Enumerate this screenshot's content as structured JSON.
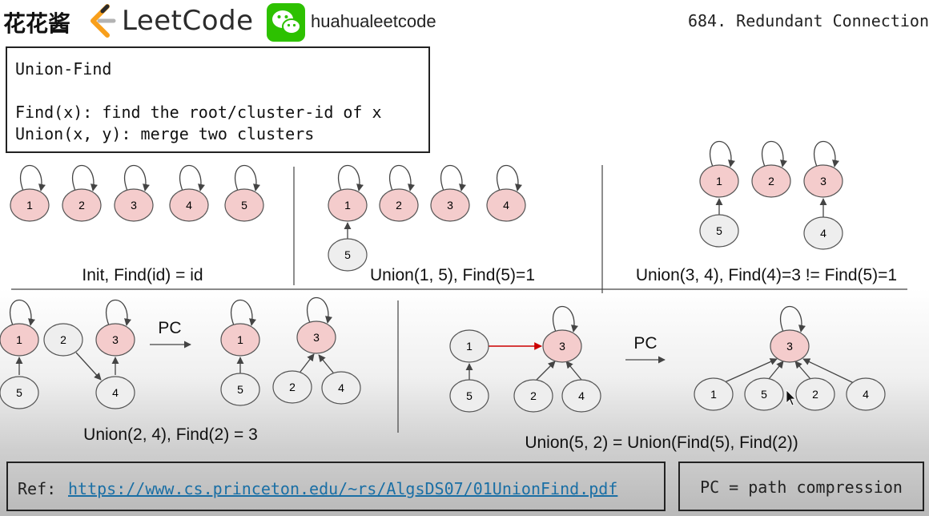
{
  "header": {
    "brand_cn": "花花酱",
    "brand_logo_text": "LeetCode",
    "wechat_id": "huahualeetcode",
    "problem_title": "684. Redundant Connection"
  },
  "union_find_box": {
    "title": "Union-Find",
    "find_desc": "Find(x): find the root/cluster-id of x",
    "union_desc": "Union(x, y): merge two clusters"
  },
  "panels": {
    "init": {
      "caption": "Init, Find(id) = id",
      "nodes": [
        "1",
        "2",
        "3",
        "4",
        "5"
      ]
    },
    "union_1_5": {
      "caption": "Union(1, 5), Find(5)=1",
      "nodes": [
        "1",
        "2",
        "3",
        "4",
        "5"
      ]
    },
    "union_3_4": {
      "caption": "Union(3, 4), Find(4)=3 != Find(5)=1",
      "nodes": [
        "1",
        "2",
        "3",
        "5",
        "4"
      ]
    },
    "union_2_4": {
      "caption": "Union(2, 4), Find(2) = 3",
      "pc_label": "PC",
      "nodes_before": [
        "1",
        "2",
        "3",
        "5",
        "4"
      ],
      "nodes_after": [
        "1",
        "3",
        "5",
        "2",
        "4"
      ]
    },
    "union_5_2": {
      "caption": "Union(5, 2) = Union(Find(5), Find(2))",
      "pc_label": "PC",
      "nodes_before": [
        "1",
        "3",
        "5",
        "2",
        "4"
      ],
      "nodes_after": [
        "3",
        "1",
        "5",
        "2",
        "4"
      ]
    }
  },
  "footer": {
    "ref_label": "Ref:",
    "ref_url": "https://www.cs.princeton.edu/~rs/AlgsDS07/01UnionFind.pdf",
    "pc_note": "PC = path compression"
  },
  "colors": {
    "root_fill": "#f4cccc",
    "child_fill": "#eeeeee",
    "edge": "#444444",
    "highlight_edge": "#cc0000",
    "wechat_green": "#2dc100",
    "leetcode_orange": "#f89f1b",
    "link": "#1a6fa5"
  },
  "icons": [
    "leetcode-logo-icon",
    "wechat-icon",
    "mouse-cursor-icon"
  ]
}
